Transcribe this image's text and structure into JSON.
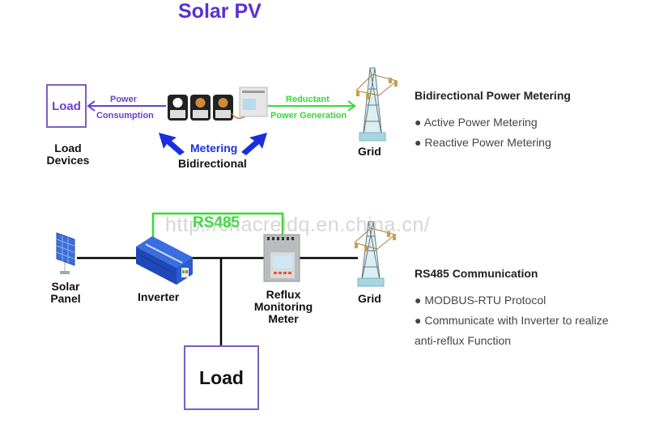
{
  "title": "Solar PV",
  "top_diagram": {
    "load_box": "Load",
    "load_devices": [
      "Load",
      "Devices"
    ],
    "power_consumption": [
      "Power",
      "Consumption"
    ],
    "reductant_generation": [
      "Reductant",
      "Power Generation"
    ],
    "metering": "Metering",
    "bidirectional": "Bidirectional",
    "grid": "Grid"
  },
  "top_features": {
    "heading": "Bidirectional Power Metering",
    "items": [
      "● Active Power Metering",
      "● Reactive Power Metering"
    ]
  },
  "bottom_diagram": {
    "solar_panel": [
      "Solar",
      "Panel"
    ],
    "inverter": "Inverter",
    "rs485": "RS485",
    "meter": [
      "Reflux",
      "Monitoring",
      "Meter"
    ],
    "grid": "Grid",
    "load_box": "Load"
  },
  "bottom_features": {
    "heading": "RS485 Communication",
    "items": [
      "● MODBUS-RTU Protocol",
      "● Communicate with Inverter to realize",
      "anti-reflux Function"
    ]
  },
  "watermark": "http://chacreldq.en.china.cn/",
  "colors": {
    "title": "#5b2fd6",
    "consumption": "#6a3fcf",
    "generation": "#33dd33",
    "metering": "#1a2fe0",
    "rs485_line": "#33dd33"
  }
}
